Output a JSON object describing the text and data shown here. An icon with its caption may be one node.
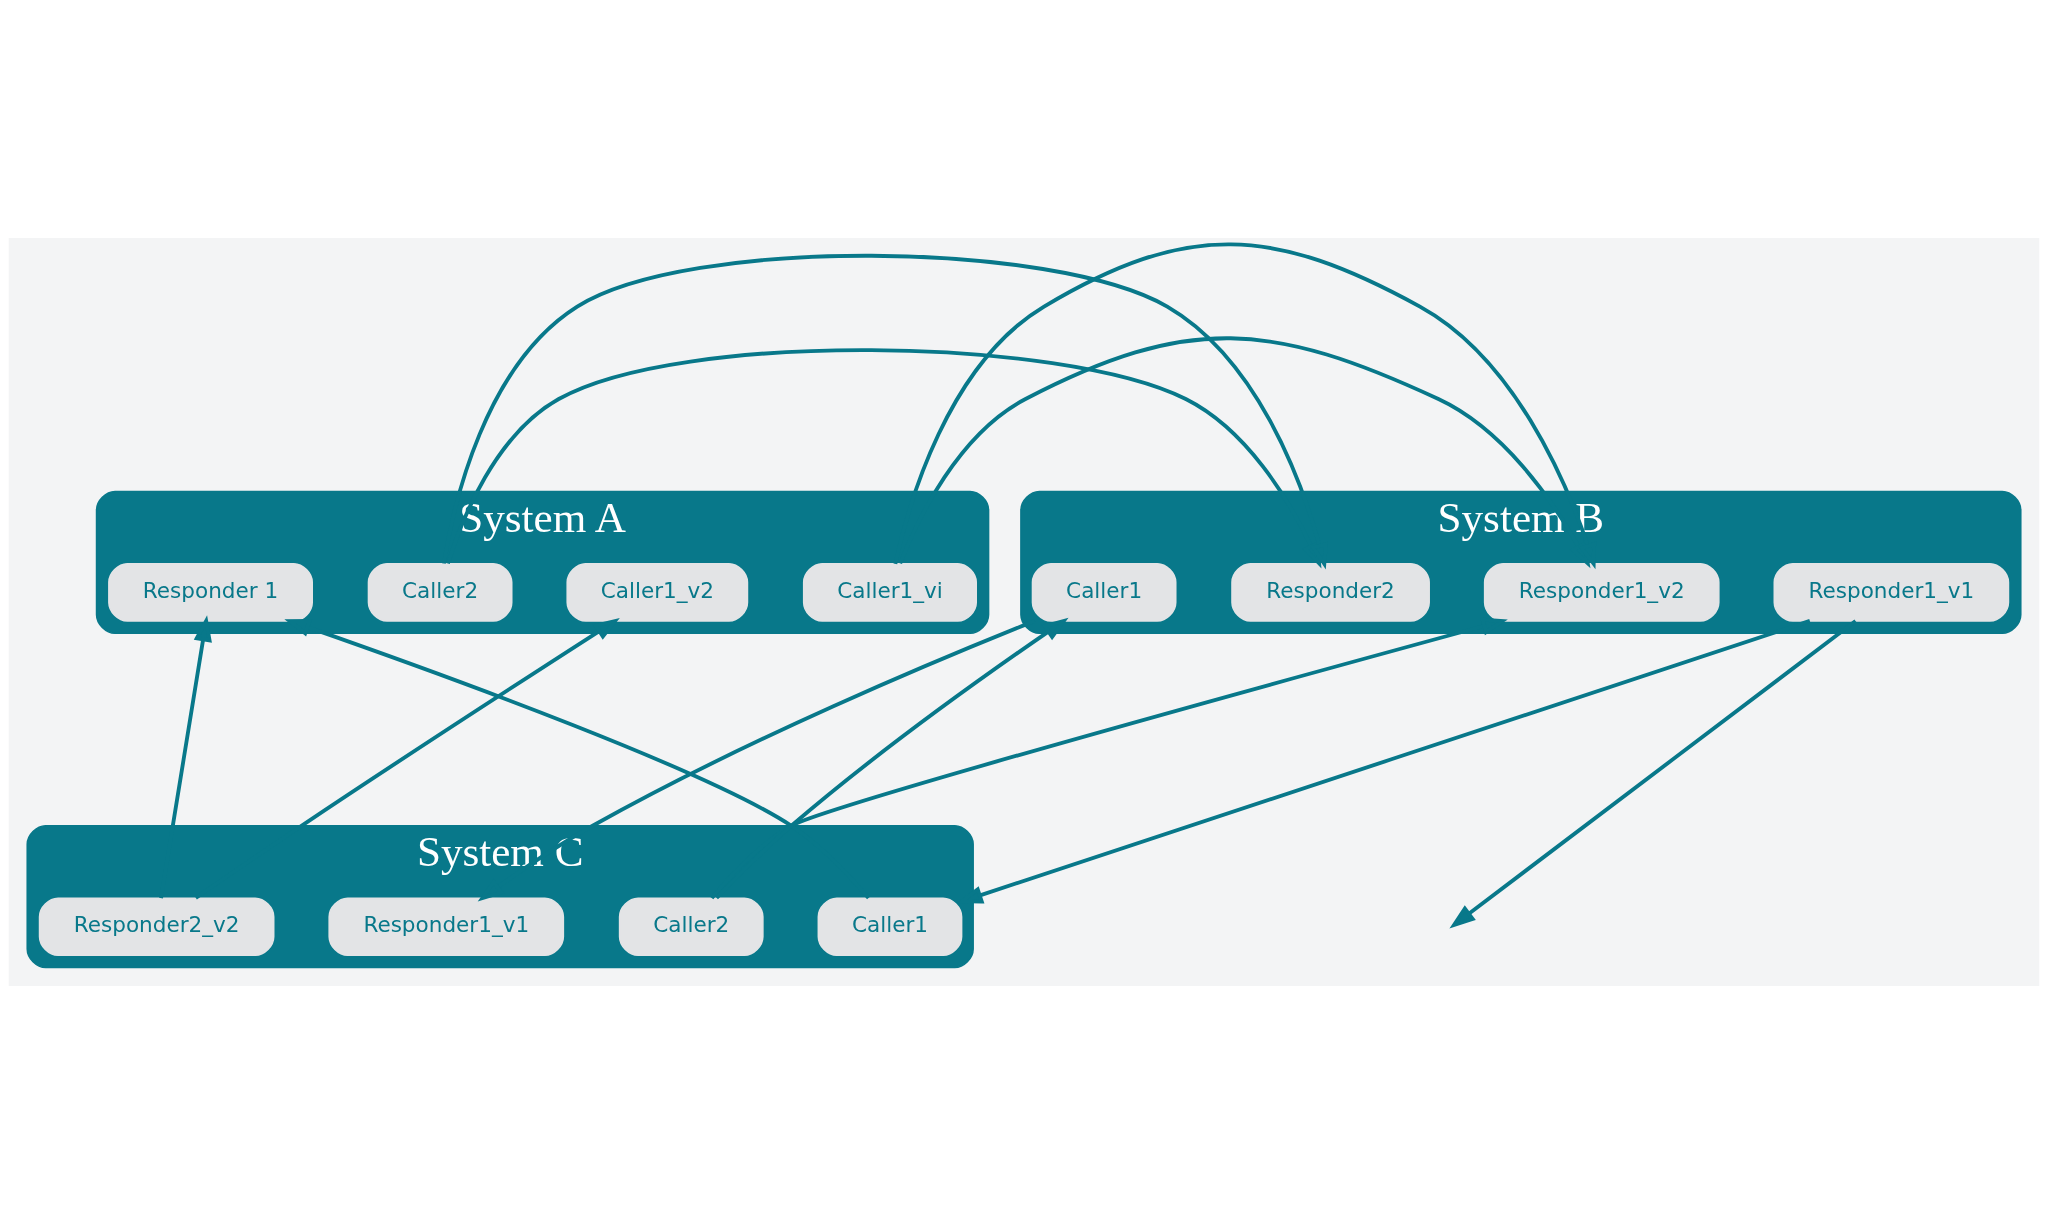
{
  "diagram": {
    "nodes": [
      {
        "text": [
          "System A"
        ]
      },
      {
        "text": [
          "Caller1_vi"
        ],
        "in": 0
      },
      {
        "text": [
          "Caller1_v2"
        ],
        "in": 0
      },
      {
        "text": [
          "Caller2"
        ],
        "in": 0
      },
      {
        "text": [
          "Responder 1"
        ],
        "in": 0
      },
      {
        "text": [
          "System B"
        ]
      },
      {
        "text": [
          "Responder1_v1"
        ],
        "in": 5
      },
      {
        "text": [
          "Responder1_v2"
        ],
        "in": 5
      },
      {
        "text": [
          "Responder2"
        ],
        "in": 5
      },
      {
        "text": [
          "Caller1"
        ],
        "in": 5
      },
      {
        "text": [
          "System C"
        ]
      },
      {
        "text": [
          "Caller1"
        ],
        "in": 10
      },
      {
        "text": [
          "Caller2"
        ],
        "in": 10
      },
      {
        "text": [
          "Responder1_v1"
        ],
        "in": 10
      },
      {
        "text": [
          "Responder2_v2"
        ],
        "in": 10
      }
    ],
    "edges": [
      {
        "from": 1,
        "to": 7,
        "arrow": "to"
      },
      {
        "from": 1,
        "to": 7,
        "arrow": "to"
      },
      {
        "from": 6,
        "to": null,
        "arrow": "to"
      },
      {
        "from": 6,
        "to": 11,
        "arrow": "to"
      },
      {
        "from": 3,
        "to": 8,
        "arrow": "to"
      },
      {
        "from": 3,
        "to": 8,
        "arrow": "to"
      },
      {
        "from": 14,
        "to": 2,
        "arrow": "to"
      },
      {
        "from": 14,
        "to": 4,
        "arrow": "to"
      },
      {
        "from": 11,
        "to": 4,
        "arrow": "to"
      },
      {
        "from": 12,
        "to": 7,
        "arrow": "to"
      },
      {
        "from": 12,
        "to": 9,
        "arrow": "to"
      },
      {
        "from": 9,
        "to": 13,
        "arrow": "to"
      }
    ]
  }
}
